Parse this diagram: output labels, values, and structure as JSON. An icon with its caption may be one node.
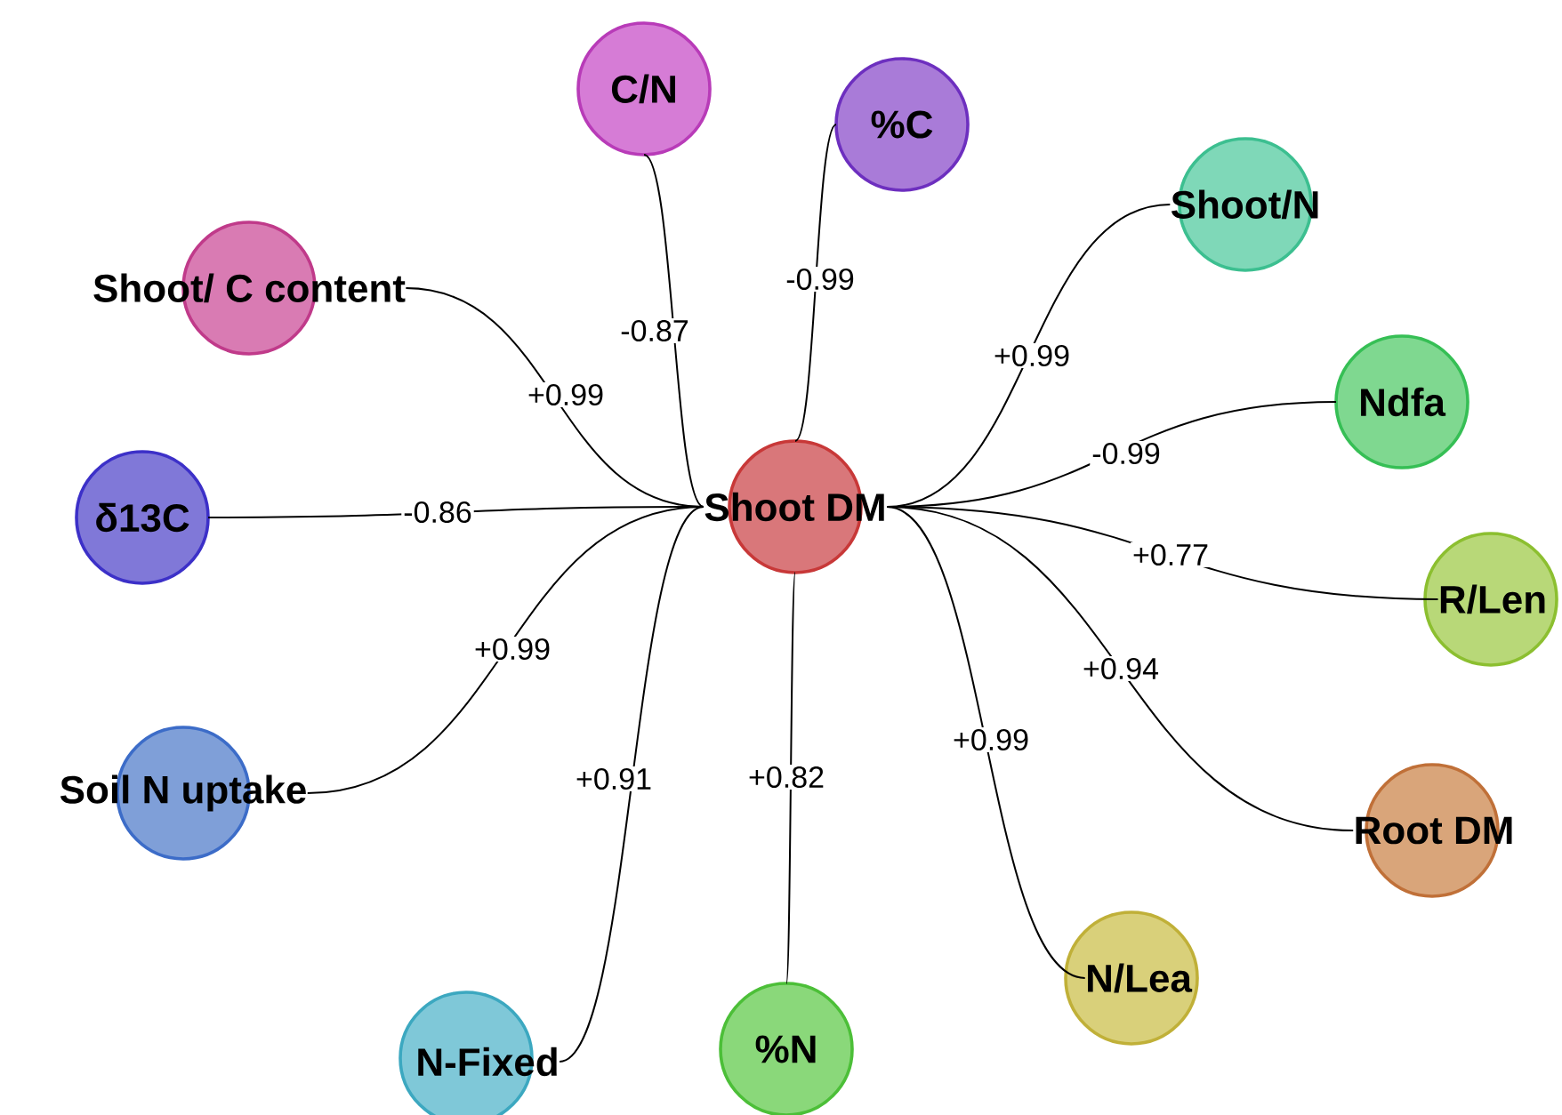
{
  "diagram": {
    "nodes": [
      {
        "text": [
          "Shoot DM"
        ]
      },
      {
        "text": [
          "C/N"
        ]
      },
      {
        "text": [
          "%C"
        ]
      },
      {
        "text": [
          "Shoot/ C content"
        ]
      },
      {
        "text": [
          "Shoot/N"
        ]
      },
      {
        "text": [
          "Ndfa"
        ]
      },
      {
        "text": [
          "δ13C"
        ]
      },
      {
        "text": [
          "R/Len"
        ]
      },
      {
        "text": [
          "Soil N uptake"
        ]
      },
      {
        "text": [
          "Root DM"
        ]
      },
      {
        "text": [
          "N/Lea"
        ]
      },
      {
        "text": [
          "N-Fixed"
        ]
      },
      {
        "text": [
          "%N"
        ]
      }
    ],
    "edges": [
      {
        "from": 0,
        "to": 1,
        "arrow": "none",
        "label": "-0.87"
      },
      {
        "from": 0,
        "to": 2,
        "arrow": "none",
        "label": "-0.99"
      },
      {
        "from": 0,
        "to": 3,
        "arrow": "none",
        "label": "+0.99"
      },
      {
        "from": 0,
        "to": 4,
        "arrow": "none",
        "label": "+0.99"
      },
      {
        "from": 0,
        "to": 5,
        "arrow": "none",
        "label": "-0.99"
      },
      {
        "from": 0,
        "to": 6,
        "arrow": "none",
        "label": "-0.86"
      },
      {
        "from": 0,
        "to": 7,
        "arrow": "none",
        "label": "+0.77"
      },
      {
        "from": 0,
        "to": 8,
        "arrow": "none",
        "label": "+0.99"
      },
      {
        "from": 0,
        "to": 9,
        "arrow": "none",
        "label": "+0.94"
      },
      {
        "from": 0,
        "to": 10,
        "arrow": "none",
        "label": "+0.99"
      },
      {
        "from": 0,
        "to": 11,
        "arrow": "none",
        "label": "+0.91"
      },
      {
        "from": 0,
        "to": 12,
        "arrow": "none",
        "label": "+0.82"
      }
    ]
  }
}
